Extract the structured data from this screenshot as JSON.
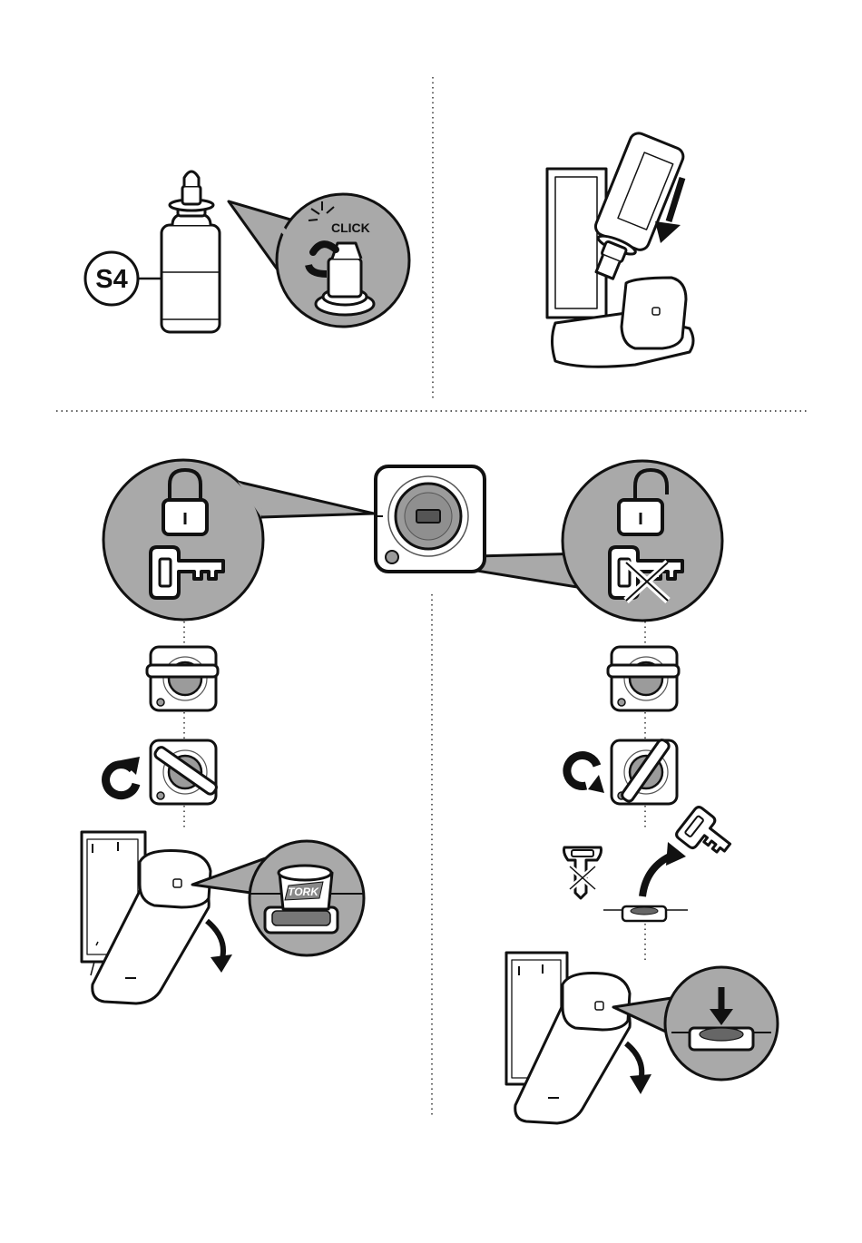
{
  "steps": {
    "refill_label": "S4",
    "click_label": "CLICK",
    "brand_label": "TORK"
  },
  "colors": {
    "line": "#111111",
    "callout_fill": "#a9a9a9",
    "dial_fill": "#9b9b9b",
    "background": "#ffffff"
  },
  "icons": {
    "lock_locked": "padlock-closed-icon",
    "lock_unlocked": "padlock-open-icon",
    "key": "key-icon",
    "key_not_allowed": "key-crossed-icon",
    "rotate_clockwise": "rotate-clockwise-icon",
    "rotate_counterclockwise": "rotate-counterclockwise-icon",
    "arrow_down": "arrow-down-icon"
  }
}
